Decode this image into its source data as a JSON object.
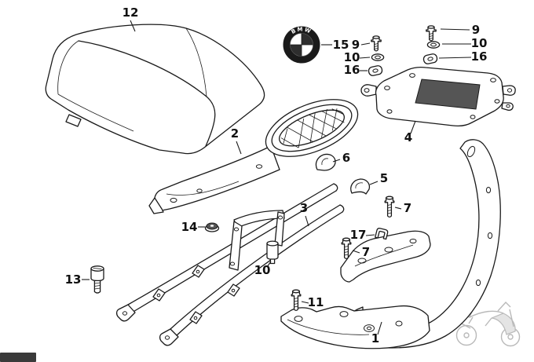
{
  "colors": {
    "line": "#1a1a1a",
    "background": "#ffffff",
    "watermark": "#b9b9b9",
    "emblem_dark": "#1a1a1a",
    "opening_fill": "#555555"
  },
  "emblem": {
    "letters": "BMW"
  },
  "callouts": [
    {
      "id": "12",
      "label": "12"
    },
    {
      "id": "15",
      "label": "15"
    },
    {
      "id": "9-left",
      "label": "9"
    },
    {
      "id": "10-left",
      "label": "10"
    },
    {
      "id": "16-left",
      "label": "16"
    },
    {
      "id": "9-right",
      "label": "9"
    },
    {
      "id": "10-right",
      "label": "10"
    },
    {
      "id": "16-right",
      "label": "16"
    },
    {
      "id": "2",
      "label": "2"
    },
    {
      "id": "4",
      "label": "4"
    },
    {
      "id": "6",
      "label": "6"
    },
    {
      "id": "5",
      "label": "5"
    },
    {
      "id": "3",
      "label": "3"
    },
    {
      "id": "14",
      "label": "14"
    },
    {
      "id": "10-middle",
      "label": "10"
    },
    {
      "id": "13",
      "label": "13"
    },
    {
      "id": "7-upper",
      "label": "7"
    },
    {
      "id": "17",
      "label": "17"
    },
    {
      "id": "7-lower",
      "label": "7"
    },
    {
      "id": "11",
      "label": "11"
    },
    {
      "id": "1",
      "label": "1"
    }
  ]
}
